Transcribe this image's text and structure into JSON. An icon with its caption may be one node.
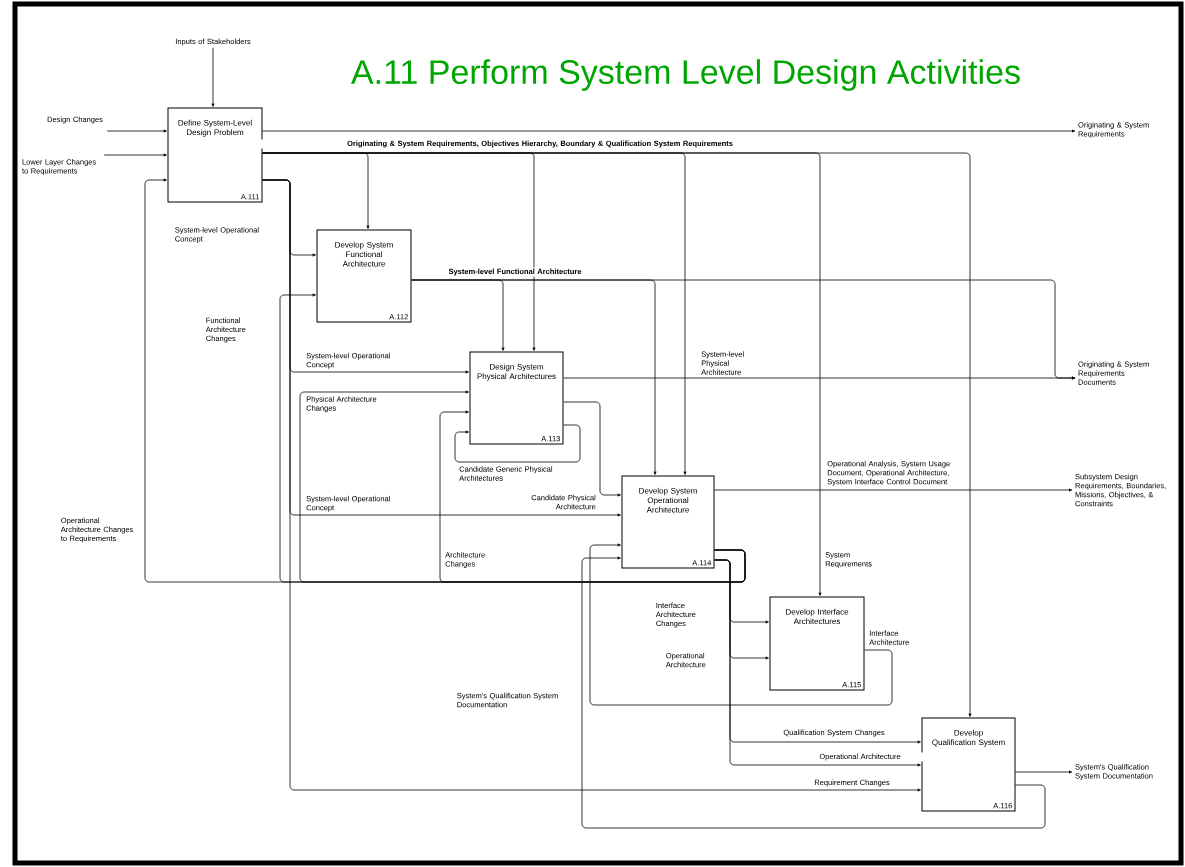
{
  "diagram": {
    "title": "A.11 Perform System Level Design Activities",
    "nodes": [
      {
        "text": [
          "Define System-Level Design Problem",
          "A.111"
        ]
      },
      {
        "text": [
          "Develop System Functional Architecture",
          "A.112"
        ]
      },
      {
        "text": [
          "Design System Physical Architectures",
          "A.113"
        ]
      },
      {
        "text": [
          "Develop System Operational Architecture",
          "A.114"
        ]
      },
      {
        "text": [
          "Develop Interface Architectures",
          "A.115"
        ]
      },
      {
        "text": [
          "Develop Qualification System",
          "A.116"
        ]
      },
      {
        "text": [
          "Inputs of Stakeholders"
        ]
      },
      {
        "text": [
          "Design Changes"
        ]
      },
      {
        "text": [
          "Lower Layer Changes to Requirements"
        ]
      },
      {
        "text": [
          "Originating & System Requirements"
        ]
      },
      {
        "text": [
          "Originating & System Requirements Documents"
        ]
      },
      {
        "text": [
          "Subsystem Design Requirements, Boundaries, Missions, Objectives, & Constraints"
        ]
      },
      {
        "text": [
          "System's Qualification System Documentation"
        ]
      }
    ],
    "edges": [
      {
        "from": 6,
        "to": 0,
        "arrow": "to"
      },
      {
        "from": 7,
        "to": 0,
        "arrow": "to"
      },
      {
        "from": 8,
        "to": 0,
        "arrow": "to"
      },
      {
        "from": 0,
        "to": 9,
        "arrow": "to"
      },
      {
        "from": 0,
        "to": 1,
        "arrow": "to",
        "label": "Originating & System Requirements, Objectives Hierarchy, Boundary & Qualification System Requirements"
      },
      {
        "from": 0,
        "to": 2,
        "arrow": "to"
      },
      {
        "from": 0,
        "to": 3,
        "arrow": "to"
      },
      {
        "from": 0,
        "to": 4,
        "arrow": "to",
        "label": "System Requirements"
      },
      {
        "from": 0,
        "to": 5,
        "arrow": "to"
      },
      {
        "from": 0,
        "to": 1,
        "arrow": "to",
        "label": "System-level Operational Concept"
      },
      {
        "from": 0,
        "to": 2,
        "arrow": "to",
        "label": "System-level Operational Concept"
      },
      {
        "from": 0,
        "to": 3,
        "arrow": "to",
        "label": "System-level Operational Concept"
      },
      {
        "from": 0,
        "to": 5,
        "arrow": "to",
        "label": "Requirement Changes"
      },
      {
        "from": 1,
        "to": 2,
        "arrow": "to",
        "label": "System-level Functional Architecture"
      },
      {
        "from": 1,
        "to": 3,
        "arrow": "to"
      },
      {
        "from": 1,
        "to": 10,
        "arrow": "to"
      },
      {
        "from": 2,
        "to": 10,
        "arrow": "to",
        "label": "System-level Physical Architecture"
      },
      {
        "from": 2,
        "to": 3,
        "arrow": "to",
        "label": "Candidate Physical Architecture"
      },
      {
        "from": 2,
        "to": 2,
        "arrow": "to",
        "label": "Candidate Generic Physical Architectures"
      },
      {
        "from": 3,
        "to": 2,
        "arrow": "to",
        "label": "Physical Architecture Changes"
      },
      {
        "from": 3,
        "to": 2,
        "arrow": "to",
        "label": "Architecture Changes"
      },
      {
        "from": 3,
        "to": 1,
        "arrow": "to",
        "label": "Functional Architecture Changes"
      },
      {
        "from": 3,
        "to": 0,
        "arrow": "to",
        "label": "Operational Architecture Changes to Requirements"
      },
      {
        "from": 3,
        "to": 11,
        "arrow": "to",
        "label": "Operational Analysis, System Usage Document, Operational Architecture, System Interface Control Document"
      },
      {
        "from": 3,
        "to": 4,
        "arrow": "to",
        "label": "Interface Architecture Changes"
      },
      {
        "from": 3,
        "to": 4,
        "arrow": "to",
        "label": "Operational Architecture"
      },
      {
        "from": 3,
        "to": 5,
        "arrow": "to",
        "label": "Qualification System Changes"
      },
      {
        "from": 3,
        "to": 5,
        "arrow": "to",
        "label": "Operational Architecture"
      },
      {
        "from": 4,
        "to": 3,
        "arrow": "to",
        "label": "Interface Architecture"
      },
      {
        "from": 5,
        "to": 12,
        "arrow": "to"
      },
      {
        "from": 5,
        "to": 3,
        "arrow": "to",
        "label": "System's Qualification System Documentation"
      }
    ]
  }
}
